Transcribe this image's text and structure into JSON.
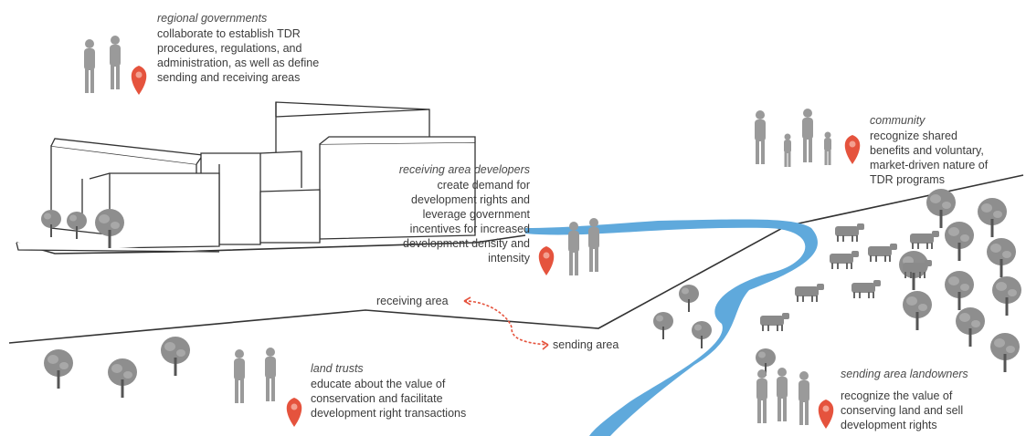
{
  "colors": {
    "river": "#5fa9dc",
    "pin": "#e5533d",
    "arrow": "#e5533d",
    "figure": "#9a9a9a",
    "tree": "#8e8e8e",
    "line": "#333333"
  },
  "stakeholders": {
    "regional_governments": {
      "role": "regional governments",
      "description": [
        "collaborate to establish TDR",
        "procedures, regulations, and",
        "administration, as well as define",
        "sending and receiving areas"
      ]
    },
    "community": {
      "role": "community",
      "description": [
        "recognize shared",
        "benefits and voluntary,",
        "market-driven nature of",
        "TDR programs"
      ]
    },
    "receiving_area_developers": {
      "role": "receiving area developers",
      "description": [
        "create demand for",
        "development rights and",
        "leverage government",
        "incentives for increased",
        "development density and",
        "intensity"
      ]
    },
    "land_trusts": {
      "role": "land trusts",
      "description": [
        "educate about the value of",
        "conservation and facilitate",
        "development right transactions"
      ]
    },
    "sending_area_landowners": {
      "role": "sending area landowners",
      "description": [
        "recognize the value of",
        "conserving land and sell",
        "development rights"
      ]
    }
  },
  "areas": {
    "receiving": "receiving area",
    "sending": "sending area"
  },
  "icons": {
    "pin": "location-pin-icon",
    "people": "people-silhouette-icon",
    "tree": "tree-icon",
    "cow": "cow-icon"
  }
}
